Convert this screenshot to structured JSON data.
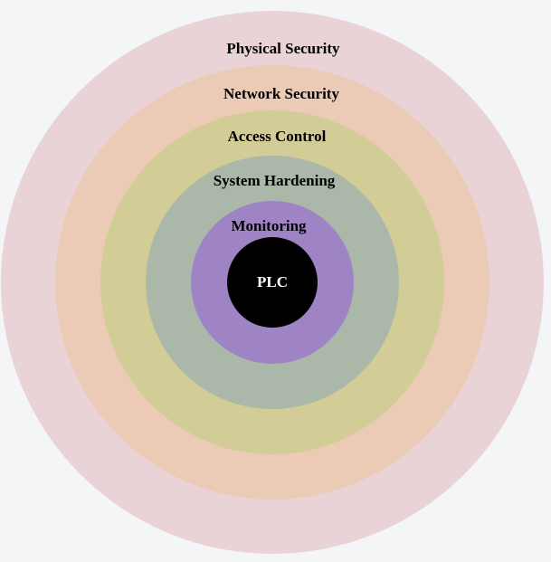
{
  "background": "#f4f5f7",
  "layers": [
    {
      "label": "Physical Security",
      "fill": "#ead3d6",
      "text_color": "#000000"
    },
    {
      "label": "Network Security",
      "fill": "#ebcab6",
      "text_color": "#000000"
    },
    {
      "label": "Access Control",
      "fill": "#d2cc96",
      "text_color": "#000000"
    },
    {
      "label": "System Hardening",
      "fill": "#abb8a9",
      "text_color": "#000000"
    },
    {
      "label": "Monitoring",
      "fill": "#9e84c5",
      "text_color": "#000000"
    },
    {
      "label": "PLC",
      "fill": "#000000",
      "text_color": "#ffffff"
    }
  ]
}
